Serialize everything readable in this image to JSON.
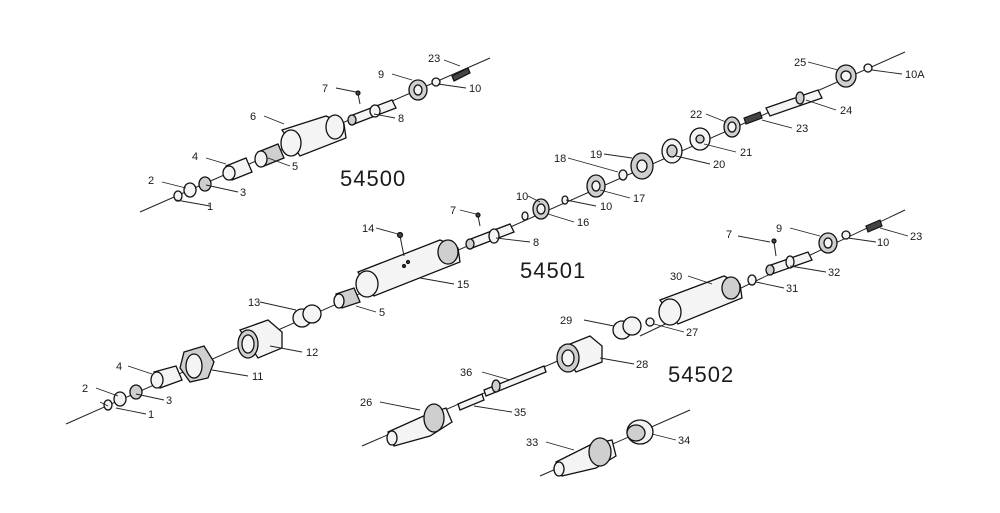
{
  "assemblies": [
    {
      "label": "54500"
    },
    {
      "label": "54501"
    },
    {
      "label": "54502"
    }
  ],
  "callouts": {
    "a1": [
      "1",
      "2",
      "3",
      "4",
      "5",
      "6",
      "7",
      "8",
      "9",
      "10",
      "23"
    ],
    "a2": [
      "1",
      "2",
      "3",
      "4",
      "11",
      "12",
      "13",
      "5",
      "14",
      "15",
      "7",
      "8",
      "10",
      "16",
      "10",
      "17",
      "18",
      "19",
      "20",
      "21",
      "22",
      "23",
      "24",
      "25",
      "10A"
    ],
    "a3": [
      "7",
      "9",
      "10",
      "23",
      "32",
      "31",
      "30",
      "27",
      "29",
      "28",
      "36",
      "35",
      "26",
      "33",
      "34"
    ]
  }
}
